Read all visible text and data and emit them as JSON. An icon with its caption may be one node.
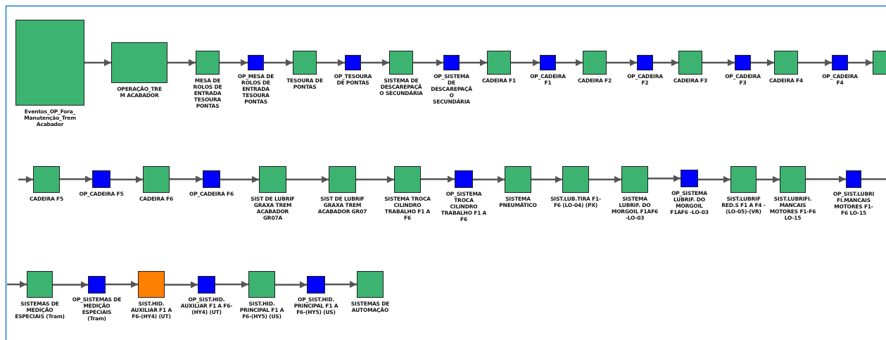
{
  "diagram": {
    "nodes": [
      {
        "text": [
          "Eventos_OP_Fora_Manutenção_Trem Acabador"
        ]
      },
      {
        "text": [
          "OPERAÇÃO_TREM ACABADOR"
        ]
      },
      {
        "text": [
          "MESA DE ROLOS DE ENTRADA TESOURA PONTAS"
        ]
      },
      {
        "text": [
          "OP_MESA DE ROLOS DE ENTRADA TESOURA PONTAS"
        ]
      },
      {
        "text": [
          "TESOURA DE PONTAS"
        ]
      },
      {
        "text": [
          "OP_TESOURA DE PONTAS"
        ]
      },
      {
        "text": [
          "SISTEMA DE DESCAREPAÇÃO SECUNDÁRIA"
        ]
      },
      {
        "text": [
          "OP_SISTEMA DE DESCAREPAÇÃO SECUNDÁRIA"
        ]
      },
      {
        "text": [
          "CADEIRA F1"
        ]
      },
      {
        "text": [
          "OP_CADEIRA F1"
        ]
      },
      {
        "text": [
          "CADEIRA F2"
        ]
      },
      {
        "text": [
          "OP_CADEIRA F2"
        ]
      },
      {
        "text": [
          "CADEIRA F3"
        ]
      },
      {
        "text": [
          "OP_CADEIRA F3"
        ]
      },
      {
        "text": [
          "CADEIRA F4"
        ]
      },
      {
        "text": [
          "OP_CADEIRA F4"
        ]
      },
      {
        "text": [],
        "shape": "box"
      },
      {
        "text": [
          "CADEIRA F5"
        ]
      },
      {
        "text": [
          "OP_CADEIRA F5"
        ]
      },
      {
        "text": [
          "CADEIRA F6"
        ]
      },
      {
        "text": [
          "OP_CADEIRA F6"
        ]
      },
      {
        "text": [
          "SIST DE LUBRIF GRAXA TREM ACABADOR GR07A"
        ]
      },
      {
        "text": [
          "SIST DE LUBRIF GRAXA TREM ACABADOR GR07"
        ]
      },
      {
        "text": [
          "SISTEMA TROCA CILINDRO TRABALHO F1 A F6"
        ]
      },
      {
        "text": [
          "OP_SISTEMA TROCA CILINDRO TRABALHO F1 A F6"
        ]
      },
      {
        "text": [
          "SISTEMA PNEUMÁTICO"
        ]
      },
      {
        "text": [
          "SIST.LUB.TIRA F1-F6 (LO-04) (PX)"
        ]
      },
      {
        "text": [
          "SISTEMA LUBRIF. DO MORGOIL F1AF6 -LO-03"
        ]
      },
      {
        "text": [
          "OP_SISTEMA LUBRIF. DO MORGOIL F1AF6 -LO-03"
        ]
      },
      {
        "text": [
          "SIST.LUBRIF RED.S F1 A F4 -(LO-05)-(VR)"
        ]
      },
      {
        "text": [
          "SIST.LUBRIFI. MANCAIS MOTORES F1-F6 LO-15"
        ]
      },
      {
        "text": [
          "OP_SIST.LUBRIFI.MANCAIS MOTORES F1-F6 LO-15"
        ]
      },
      {
        "text": [
          "SISTEMAS DE MEDIÇÃO ESPECIAIS (Tram)"
        ]
      },
      {
        "text": [
          "OP_SISTEMAS DE MEDIÇÃO ESPECIAIS (Tram)"
        ]
      },
      {
        "text": [
          "SIST.HID. AUXILIAR F1 A F6-(HY4) (UT)"
        ]
      },
      {
        "text": [
          "OP_SIST.HID. AUXILIAR F1 A F6-(HY4) (UT)"
        ]
      },
      {
        "text": [
          "SIST.HID. PRINCIPAL F1 A F6-(HY5) (US)"
        ]
      },
      {
        "text": [
          "OP_SIST.HID. PRINCIPAL F1 A F6-(HY5) (US)"
        ]
      },
      {
        "text": [
          "SISTEMAS DE AUTOMAÇÃO"
        ]
      }
    ],
    "edges": [
      {
        "from": 0,
        "to": 1,
        "arrow": "to"
      },
      {
        "from": 1,
        "to": 2,
        "arrow": "to"
      },
      {
        "from": 2,
        "to": 3,
        "arrow": "to"
      },
      {
        "from": 3,
        "to": 4,
        "arrow": "to"
      },
      {
        "from": 4,
        "to": 5,
        "arrow": "to"
      },
      {
        "from": 5,
        "to": 6,
        "arrow": "to"
      },
      {
        "from": 6,
        "to": 7,
        "arrow": "to"
      },
      {
        "from": 7,
        "to": 8,
        "arrow": "to"
      },
      {
        "from": 8,
        "to": 9,
        "arrow": "to"
      },
      {
        "from": 9,
        "to": 10,
        "arrow": "to"
      },
      {
        "from": 10,
        "to": 11,
        "arrow": "to"
      },
      {
        "from": 11,
        "to": 12,
        "arrow": "to"
      },
      {
        "from": 12,
        "to": 13,
        "arrow": "to"
      },
      {
        "from": 13,
        "to": 14,
        "arrow": "to"
      },
      {
        "from": 14,
        "to": 15,
        "arrow": "to"
      },
      {
        "from": 15,
        "to": 16,
        "arrow": "to"
      },
      {
        "from": null,
        "to": 17,
        "arrow": "to"
      },
      {
        "from": 17,
        "to": 18,
        "arrow": "to"
      },
      {
        "from": 18,
        "to": 19,
        "arrow": "to"
      },
      {
        "from": 19,
        "to": 20,
        "arrow": "to"
      },
      {
        "from": 20,
        "to": 21,
        "arrow": "to"
      },
      {
        "from": 21,
        "to": 22,
        "arrow": "to"
      },
      {
        "from": 22,
        "to": 23,
        "arrow": "to"
      },
      {
        "from": 23,
        "to": 24,
        "arrow": "to"
      },
      {
        "from": 24,
        "to": 25,
        "arrow": "to"
      },
      {
        "from": 25,
        "to": 26,
        "arrow": "to"
      },
      {
        "from": 26,
        "to": 27,
        "arrow": "to"
      },
      {
        "from": 27,
        "to": 28,
        "arrow": "to"
      },
      {
        "from": 28,
        "to": 29,
        "arrow": "to"
      },
      {
        "from": 29,
        "to": 30,
        "arrow": "to"
      },
      {
        "from": 30,
        "to": 31,
        "arrow": "to"
      },
      {
        "from": 31,
        "to": null,
        "arrow": "none"
      },
      {
        "from": null,
        "to": 32,
        "arrow": "to"
      },
      {
        "from": 32,
        "to": 33,
        "arrow": "to"
      },
      {
        "from": 33,
        "to": 34,
        "arrow": "to"
      },
      {
        "from": 34,
        "to": 35,
        "arrow": "to"
      },
      {
        "from": 35,
        "to": 36,
        "arrow": "to"
      },
      {
        "from": 36,
        "to": 37,
        "arrow": "to"
      },
      {
        "from": 37,
        "to": 38,
        "arrow": "to"
      }
    ]
  }
}
